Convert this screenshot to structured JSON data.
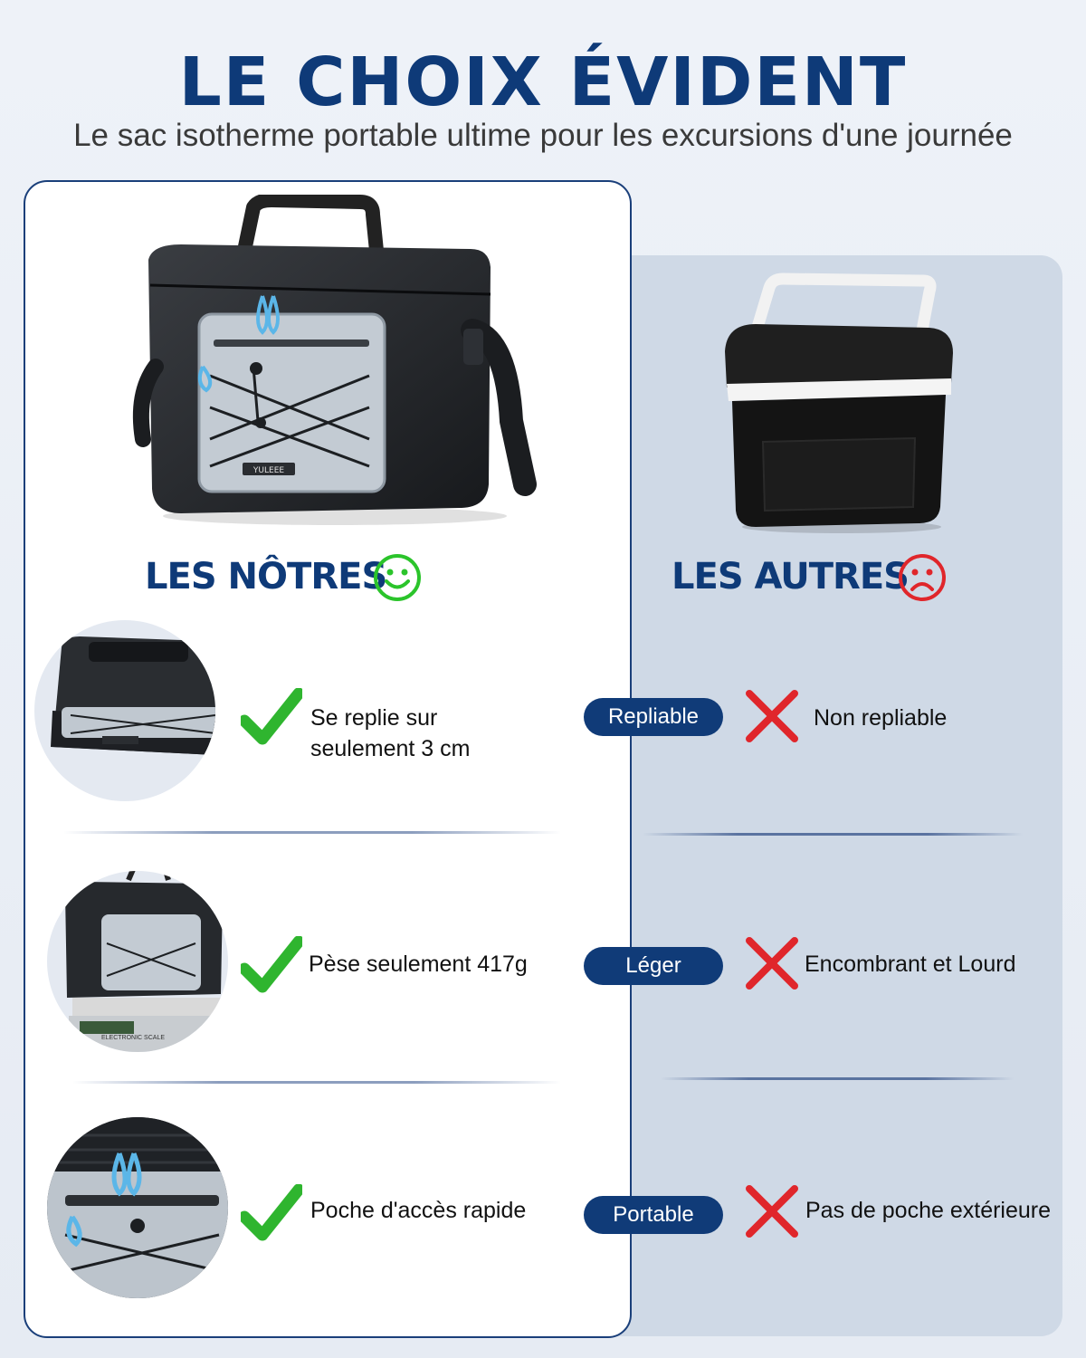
{
  "header": {
    "title": "LE CHOIX ÉVIDENT",
    "subtitle": "Le sac isotherme portable ultime pour les excursions d'une journée"
  },
  "ours": {
    "heading": "LES NÔTRES",
    "brand_label": "YULEEE",
    "features": [
      {
        "line1": "Se replie sur",
        "line2": "seulement 3 cm"
      },
      {
        "line1": "Pèse seulement 417g"
      },
      {
        "line1": "Poche d'accès rapide"
      }
    ],
    "scale_label": "ELECTRONIC SCALE"
  },
  "others": {
    "heading": "LES AUTRES",
    "features": [
      {
        "line1": "Non repliable"
      },
      {
        "line1": "Encombrant et Lourd"
      },
      {
        "line1": "Pas de poche extérieure"
      }
    ]
  },
  "pills": [
    "Repliable",
    "Léger",
    "Portable"
  ],
  "colors": {
    "brand_blue": "#0e3a78",
    "check_green": "#2fb52f",
    "cross_red": "#e0262b",
    "smile_green": "#2bc42b",
    "frown_red": "#e0262b"
  },
  "icons": {
    "smile": "smile-face-icon",
    "frown": "frown-face-icon",
    "check": "check-mark-icon",
    "cross": "cross-mark-icon"
  }
}
